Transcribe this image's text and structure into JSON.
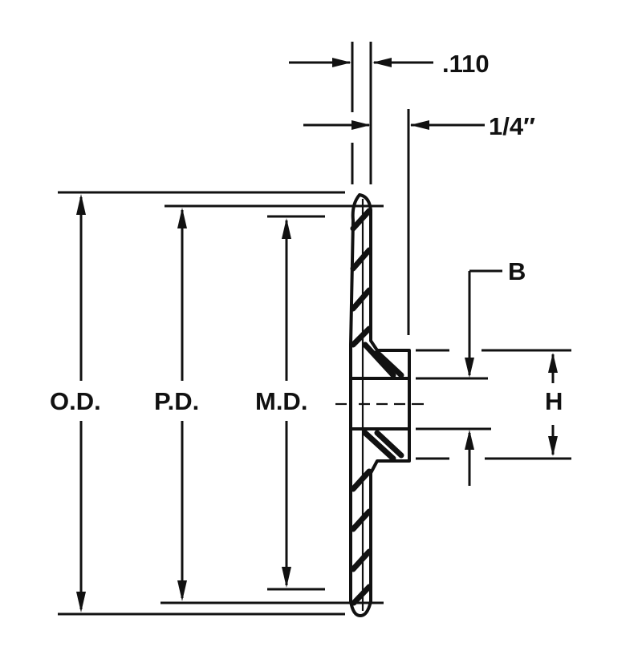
{
  "diagram": {
    "labels": {
      "web_thickness": ".110",
      "hub_projection": "1/4″",
      "bore": "B",
      "hub_diameter": "H",
      "outside_diameter": "O.D.",
      "pitch_diameter": "P.D.",
      "minor_diameter": "M.D."
    }
  }
}
